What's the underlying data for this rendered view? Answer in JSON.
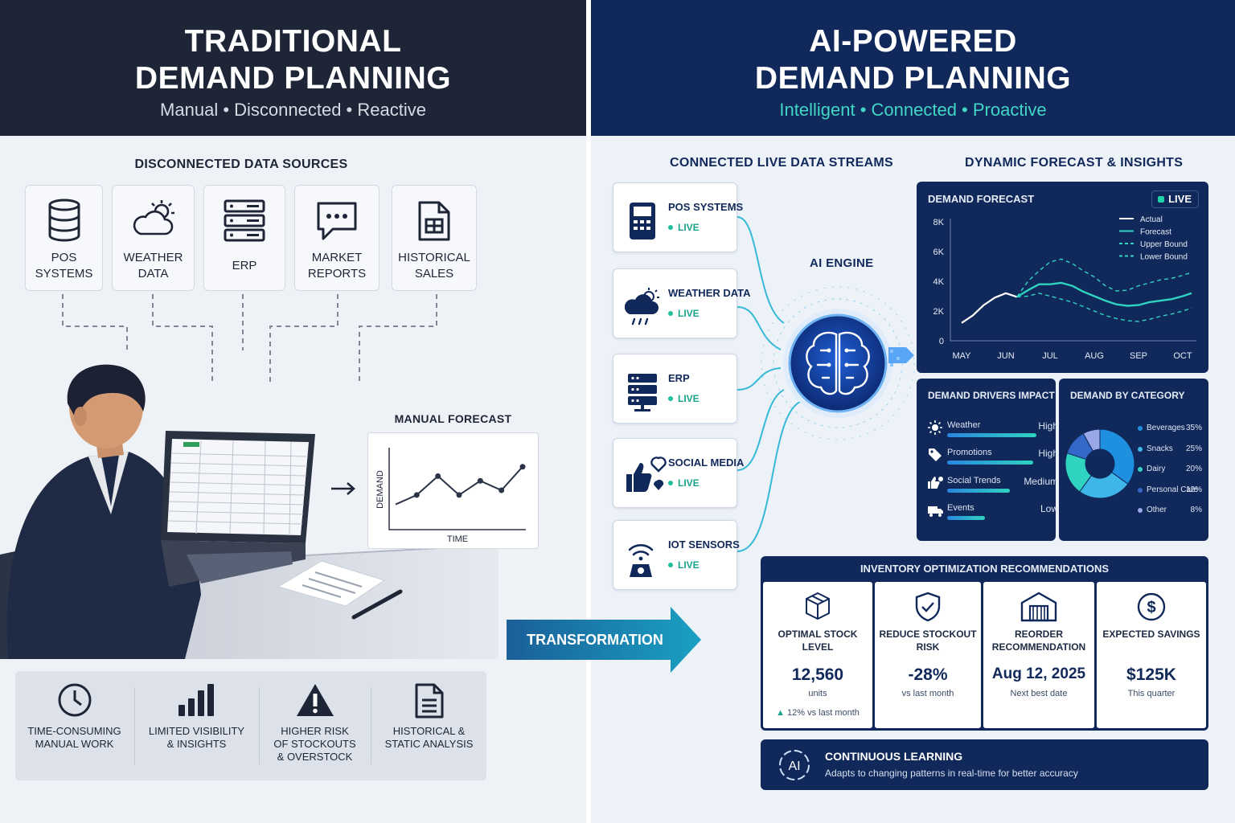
{
  "left": {
    "title_line1": "TRADITIONAL",
    "title_line2": "DEMAND PLANNING",
    "subtitle": "Manual • Disconnected • Reactive",
    "sources_title": "DISCONNECTED DATA SOURCES",
    "sources": [
      {
        "label_line1": "POS",
        "label_line2": "SYSTEMS",
        "icon": "database-icon"
      },
      {
        "label_line1": "WEATHER",
        "label_line2": "DATA",
        "icon": "weather-icon"
      },
      {
        "label_line1": "ERP",
        "label_line2": "",
        "icon": "server-icon"
      },
      {
        "label_line1": "MARKET",
        "label_line2": "REPORTS",
        "icon": "chat-icon"
      },
      {
        "label_line1": "HISTORICAL",
        "label_line2": "SALES",
        "icon": "document-icon"
      }
    ],
    "manual_forecast": {
      "title": "MANUAL FORECAST",
      "ylabel": "DEMAND",
      "xlabel": "TIME"
    },
    "issues": [
      {
        "line1": "TIME-CONSUMING",
        "line2": "MANUAL WORK",
        "line3": "",
        "icon": "clock-icon"
      },
      {
        "line1": "LIMITED VISIBILITY",
        "line2": "& INSIGHTS",
        "line3": "",
        "icon": "bar-chart-icon"
      },
      {
        "line1": "HIGHER RISK",
        "line2": "OF STOCKOUTS",
        "line3": "& OVERSTOCK",
        "icon": "warning-icon"
      },
      {
        "line1": "HISTORICAL &",
        "line2": "STATIC ANALYSIS",
        "line3": "",
        "icon": "document-icon"
      }
    ]
  },
  "transformation_label": "TRANSFORMATION",
  "right": {
    "title_line1": "AI-POWERED",
    "title_line2": "DEMAND PLANNING",
    "subtitle": "Intelligent • Connected • Proactive",
    "streams_title": "CONNECTED LIVE DATA STREAMS",
    "insights_title": "DYNAMIC FORECAST & INSIGHTS",
    "ai_engine_label": "AI ENGINE",
    "streams": [
      {
        "name": "POS SYSTEMS",
        "status": "LIVE",
        "icon": "pos-terminal-icon"
      },
      {
        "name": "WEATHER DATA",
        "status": "LIVE",
        "icon": "storm-cloud-icon"
      },
      {
        "name": "ERP",
        "status": "LIVE",
        "icon": "server-icon"
      },
      {
        "name": "SOCIAL MEDIA",
        "status": "LIVE",
        "icon": "thumbs-up-icon"
      },
      {
        "name": "IOT SENSORS",
        "status": "LIVE",
        "icon": "sensor-icon"
      }
    ],
    "demand_forecast": {
      "title": "DEMAND FORECAST",
      "live_badge": "LIVE"
    },
    "drivers": {
      "title": "DEMAND DRIVERS IMPACT",
      "items": [
        {
          "name": "Weather",
          "level": "High",
          "fill": 0.85,
          "icon": "sun-icon"
        },
        {
          "name": "Promotions",
          "level": "High",
          "fill": 0.82,
          "icon": "tag-icon"
        },
        {
          "name": "Social Trends",
          "level": "Medium",
          "fill": 0.6,
          "icon": "thumbs-up-icon"
        },
        {
          "name": "Events",
          "level": "Low",
          "fill": 0.36,
          "icon": "truck-icon"
        }
      ]
    },
    "recommendations": {
      "title": "INVENTORY OPTIMIZATION RECOMMENDATIONS",
      "items": [
        {
          "label_line1": "OPTIMAL STOCK",
          "label_line2": "LEVEL",
          "value": "12,560",
          "note": "units",
          "extra": "12% vs last month",
          "icon": "box-icon"
        },
        {
          "label_line1": "REDUCE STOCKOUT",
          "label_line2": "RISK",
          "value": "-28%",
          "note": "vs last month",
          "extra": "",
          "icon": "shield-check-icon"
        },
        {
          "label_line1": "REORDER",
          "label_line2": "RECOMMENDATION",
          "value": "Aug 12, 2025",
          "note": "Next best date",
          "extra": "",
          "icon": "warehouse-icon"
        },
        {
          "label_line1": "EXPECTED SAVINGS",
          "label_line2": "",
          "value": "$125K",
          "note": "This quarter",
          "extra": "",
          "icon": "dollar-icon"
        }
      ]
    },
    "learning": {
      "title": "CONTINUOUS LEARNING",
      "text": "Adapts to changing patterns in real-time for better accuracy",
      "icon_text": "AI"
    }
  },
  "colors": {
    "dark_navy": "#1d2536",
    "ai_navy": "#10285a",
    "teal": "#2fd3c0",
    "accent_blue": "#2a86e0"
  },
  "chart_data": [
    {
      "type": "line",
      "title": "MANUAL FORECAST",
      "xlabel": "TIME",
      "ylabel": "DEMAND",
      "x": [
        1,
        2,
        3,
        4,
        5,
        6,
        7
      ],
      "series": [
        {
          "values": [
            2,
            3,
            5,
            3,
            4.5,
            3.5,
            6
          ]
        }
      ]
    },
    {
      "type": "line",
      "title": "DEMAND FORECAST",
      "categories": [
        "MAY",
        "JUN",
        "JUL",
        "AUG",
        "SEP",
        "OCT"
      ],
      "x": [
        0,
        0.25,
        0.5,
        0.75,
        1,
        1.25,
        1.5,
        1.75,
        2,
        2.25,
        2.5,
        2.75,
        3,
        3.25,
        3.5,
        3.75,
        4,
        4.25,
        4.5,
        4.75,
        5,
        5.2
      ],
      "yticks": [
        "0",
        "2K",
        "4K",
        "6K",
        "8K"
      ],
      "ylim": [
        0,
        8000
      ],
      "legend_position": "top-right",
      "series": [
        {
          "name": "Actual",
          "values": [
            1200,
            1700,
            2400,
            2900,
            3200,
            2950,
            null,
            null,
            null,
            null,
            null,
            null,
            null,
            null,
            null,
            null,
            null,
            null,
            null,
            null,
            null,
            null
          ],
          "color": "#ffffff"
        },
        {
          "name": "Forecast",
          "values": [
            null,
            null,
            null,
            null,
            null,
            2950,
            3400,
            3800,
            3800,
            3900,
            3700,
            3300,
            3000,
            2700,
            2450,
            2350,
            2400,
            2600,
            2700,
            2800,
            3000,
            3200
          ],
          "color": "#2fd3c0"
        },
        {
          "name": "Upper Bound",
          "values": [
            null,
            null,
            null,
            null,
            null,
            2950,
            4000,
            4700,
            5300,
            5500,
            5200,
            4700,
            4300,
            3700,
            3350,
            3400,
            3700,
            3900,
            4100,
            4200,
            4400,
            4600
          ],
          "color": "#2fd3c0"
        },
        {
          "name": "Lower Bound",
          "values": [
            null,
            null,
            null,
            null,
            null,
            2950,
            3000,
            3200,
            3000,
            2800,
            2600,
            2300,
            2000,
            1700,
            1500,
            1350,
            1300,
            1450,
            1650,
            1800,
            2000,
            2200
          ],
          "color": "#2fd3c0"
        }
      ]
    },
    {
      "type": "pie",
      "title": "DEMAND BY CATEGORY",
      "categories": [
        "Beverages",
        "Snacks",
        "Dairy",
        "Personal Care",
        "Other"
      ],
      "values": [
        35,
        25,
        20,
        12,
        8
      ],
      "labels": [
        "35%",
        "25%",
        "20%",
        "12%",
        "8%"
      ],
      "colors": [
        "#1f8fe0",
        "#3fb6e8",
        "#2fd3c0",
        "#3469c9",
        "#9aa7e8"
      ]
    }
  ]
}
